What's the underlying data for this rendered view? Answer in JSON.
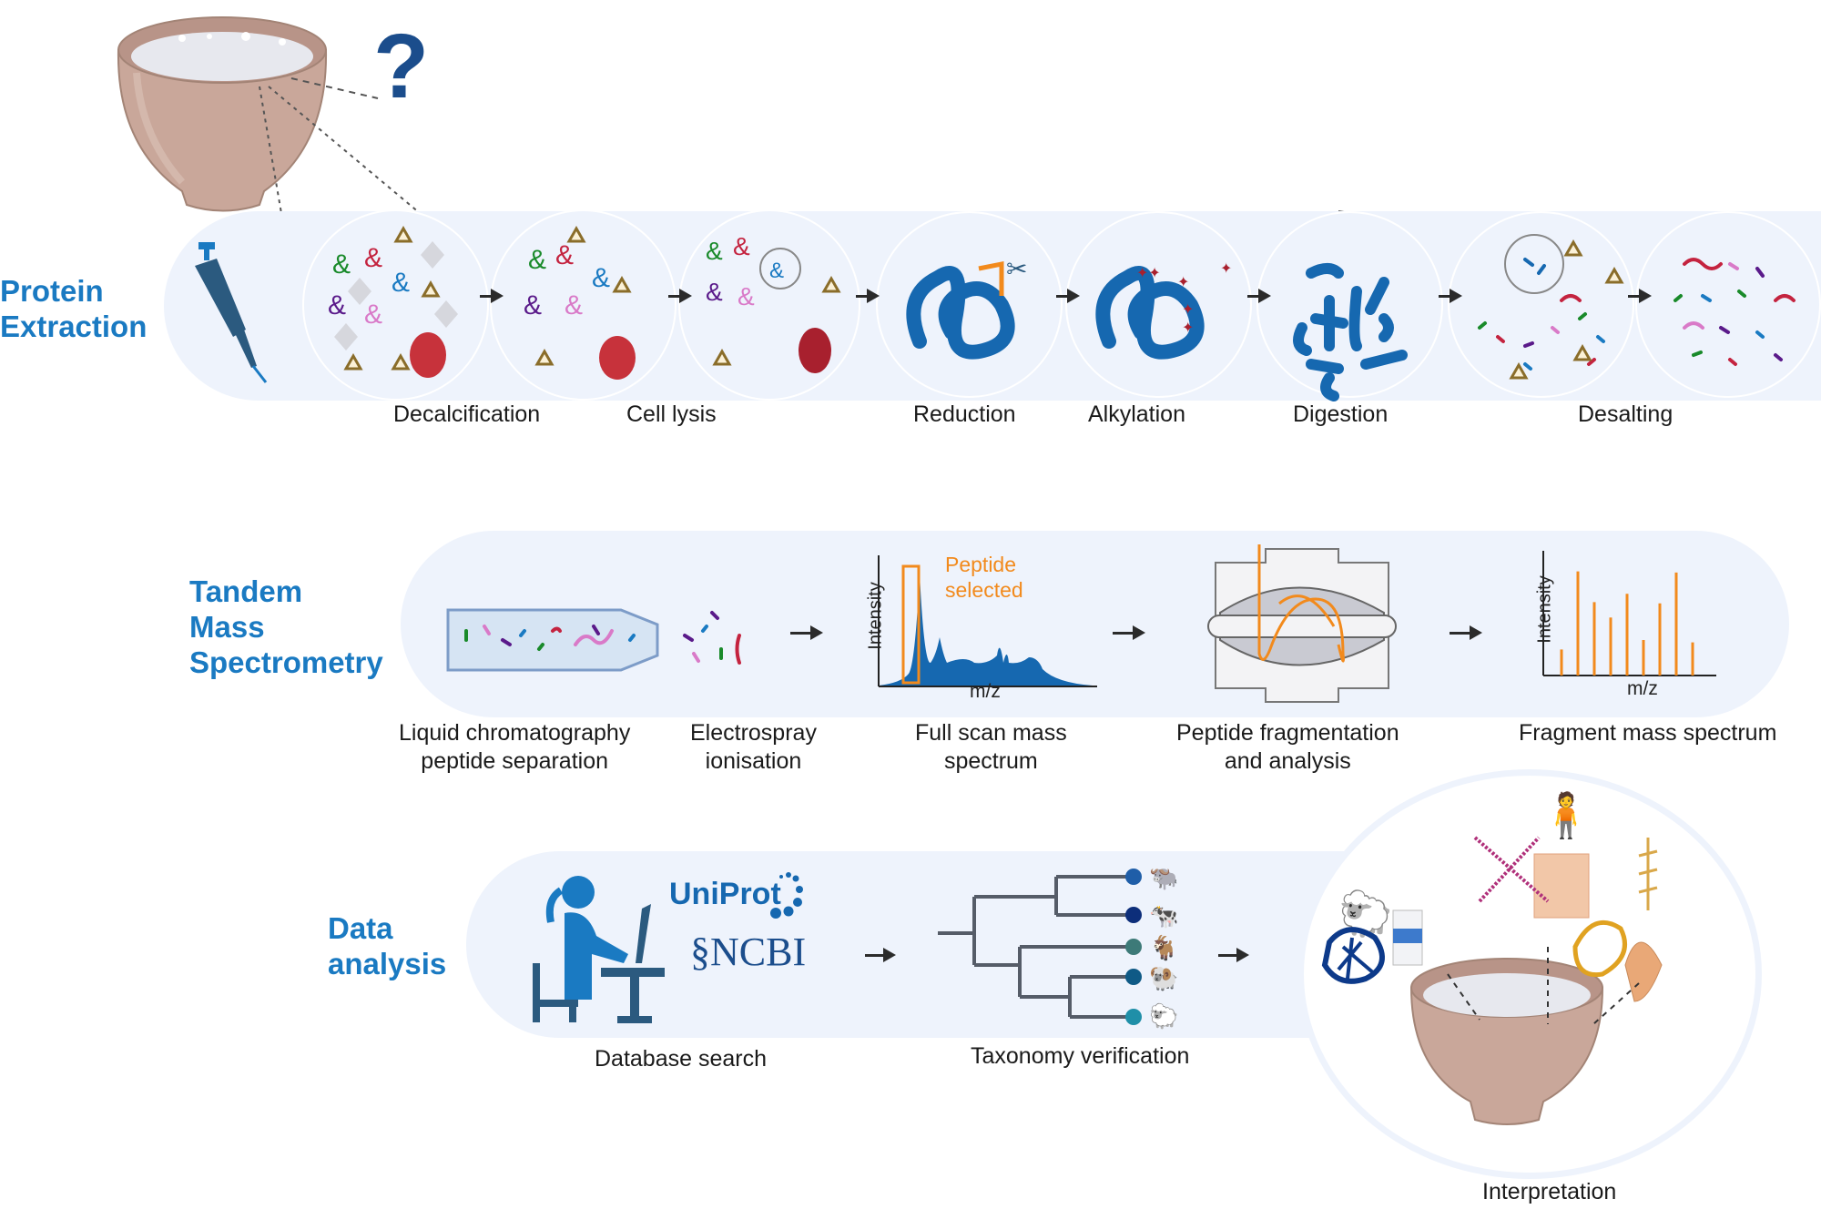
{
  "sections": {
    "protein_extraction": {
      "title_line1": "Protein",
      "title_line2": "Extraction",
      "question_mark": "?",
      "steps": [
        {
          "label": "Decalcification"
        },
        {
          "label": "Cell lysis"
        },
        {
          "label": "Reduction"
        },
        {
          "label": "Alkylation"
        },
        {
          "label": "Digestion"
        },
        {
          "label": "Desalting"
        }
      ]
    },
    "tandem_ms": {
      "title_line1": "Tandem",
      "title_line2": "Mass",
      "title_line3": "Spectrometry",
      "steps": [
        {
          "line1": "Liquid chromatography",
          "line2": "peptide separation"
        },
        {
          "line1": "Electrospray",
          "line2": "ionisation"
        },
        {
          "line1": "Full scan mass",
          "line2": "spectrum"
        },
        {
          "line1": "Peptide fragmentation",
          "line2": "and analysis"
        },
        {
          "line1": "Fragment mass spectrum",
          "line2": ""
        }
      ],
      "full_scan": {
        "ylabel": "Intensity",
        "xlabel": "m/z",
        "annotation_line1": "Peptide",
        "annotation_line2": "selected"
      },
      "fragment": {
        "ylabel": "Intensity",
        "xlabel": "m/z",
        "relative_peaks": [
          0.22,
          0.88,
          0.62,
          0.49,
          0.69,
          0.3,
          0.61,
          0.87,
          0.28
        ]
      }
    },
    "data_analysis": {
      "title_line1": "Data",
      "title_line2": "analysis",
      "logos": {
        "uniprot": "UniProt",
        "ncbi": "NCBI"
      },
      "steps": [
        {
          "label": "Database search"
        },
        {
          "label": "Taxonomy verification"
        },
        {
          "label": "Interpretation"
        }
      ],
      "taxa": [
        "bison",
        "cattle",
        "goat",
        "sheep",
        "sheep-lamb"
      ]
    }
  },
  "colors": {
    "section_title": "#1a7ac2",
    "band": "#eef3fc",
    "orange": "#f28a1c",
    "protein_blue": "#1668b0",
    "bowl": "#c9a79a"
  }
}
